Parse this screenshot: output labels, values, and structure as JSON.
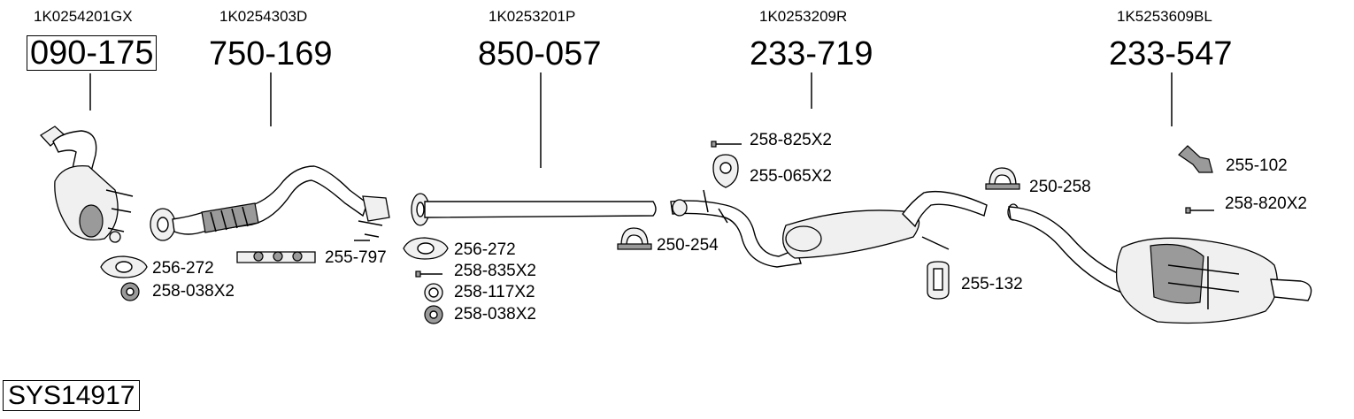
{
  "oem_numbers": {
    "part1": "1K0254201GX",
    "part2": "1K0254303D",
    "part3": "1K0253201P",
    "part4": "1K0253209R",
    "part5": "1K5253609BL"
  },
  "part_numbers": {
    "part1": "090-175",
    "part2": "750-169",
    "part3": "850-057",
    "part4": "233-719",
    "part5": "233-547"
  },
  "accessories": {
    "gasket_1": "256-272",
    "nut_1": "258-038X2",
    "rubber_mount_1": "255-797",
    "gasket_2": "256-272",
    "bolt_1": "258-835X2",
    "ring_1": "258-117X2",
    "nut_2": "258-038X2",
    "clamp_1": "250-254",
    "bolt_2": "258-825X2",
    "rubber_mount_2": "255-065X2",
    "rubber_mount_3": "255-132",
    "clamp_2": "250-258",
    "bracket_1": "255-102",
    "bolt_3": "258-820X2"
  },
  "system_id": "SYS14917"
}
